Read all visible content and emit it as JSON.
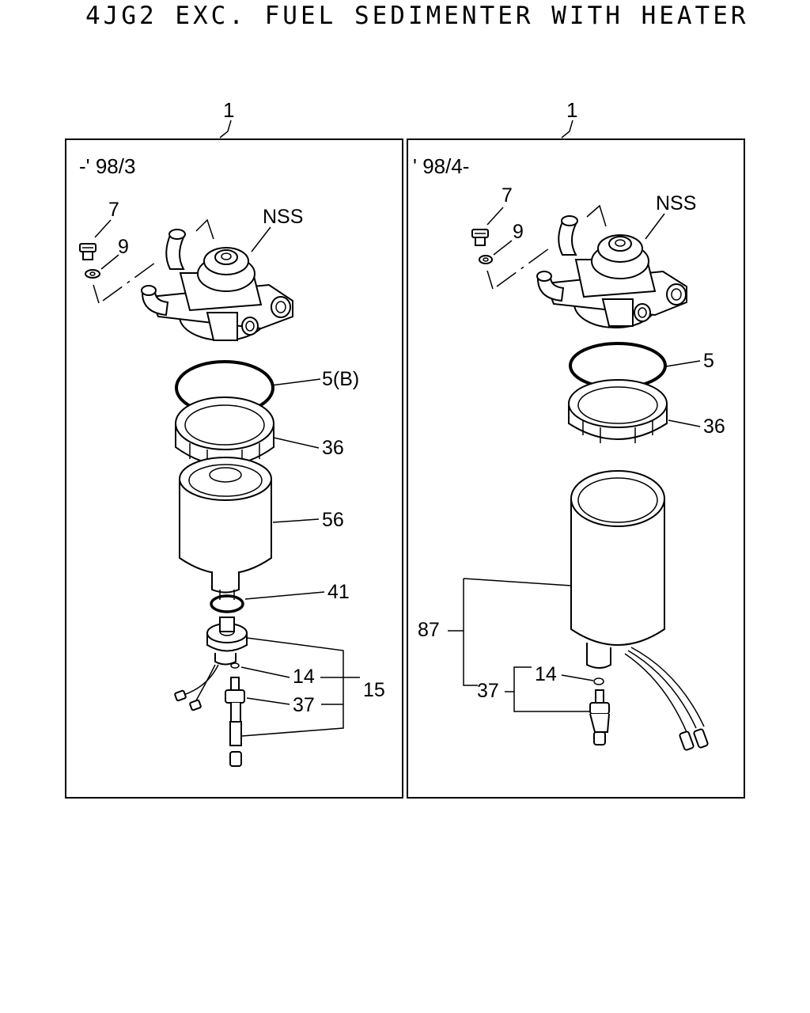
{
  "title": "4JG2 EXC. FUEL SEDIMENTER WITH HEATER",
  "panels": [
    {
      "group_ref": "1",
      "range": "-' 98/3",
      "labels": {
        "bolt": "7",
        "washer": "9",
        "head": "NSS",
        "ring": "5(B)",
        "nut": "36",
        "filter": "56",
        "oring": "41",
        "gasket": "14",
        "drain": "37",
        "assembly": "15"
      }
    },
    {
      "group_ref": "1",
      "range": "' 98/4-",
      "labels": {
        "bolt": "7",
        "washer": "9",
        "head": "NSS",
        "ring": "5",
        "nut": "36",
        "bowl": "87",
        "gasket": "14",
        "drain": "37"
      }
    }
  ]
}
